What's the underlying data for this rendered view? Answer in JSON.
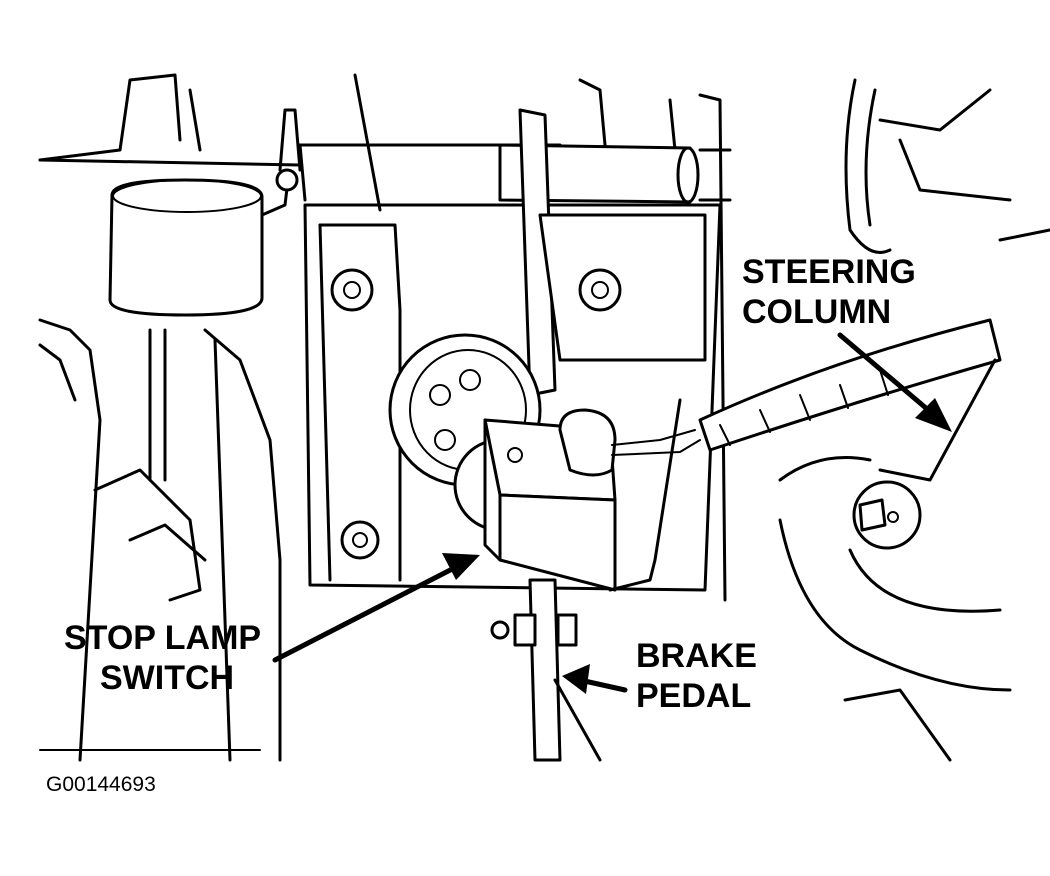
{
  "labels": {
    "steering_line1": "STEERING",
    "steering_line2": "COLUMN",
    "stop_line1": "STOP LAMP",
    "stop_line2": "SWITCH",
    "brake_line1": "BRAKE",
    "brake_line2": "PEDAL"
  },
  "figure_id": "G00144693"
}
